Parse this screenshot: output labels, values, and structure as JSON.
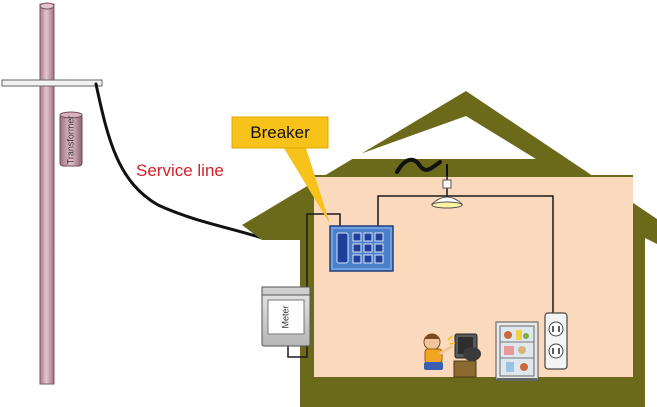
{
  "labels": {
    "breaker": "Breaker",
    "service_line": "Service line",
    "transformer": "Transformer",
    "meter": "Meter"
  },
  "colors": {
    "house_frame": "#6b6a1a",
    "house_interior": "#fbd9bd",
    "pole": "#c89aa8",
    "service_line_text": "#d4202a",
    "callout": "#f7c21a",
    "breaker_box": "#4c7fc9",
    "wire": "#1a1a1a"
  }
}
